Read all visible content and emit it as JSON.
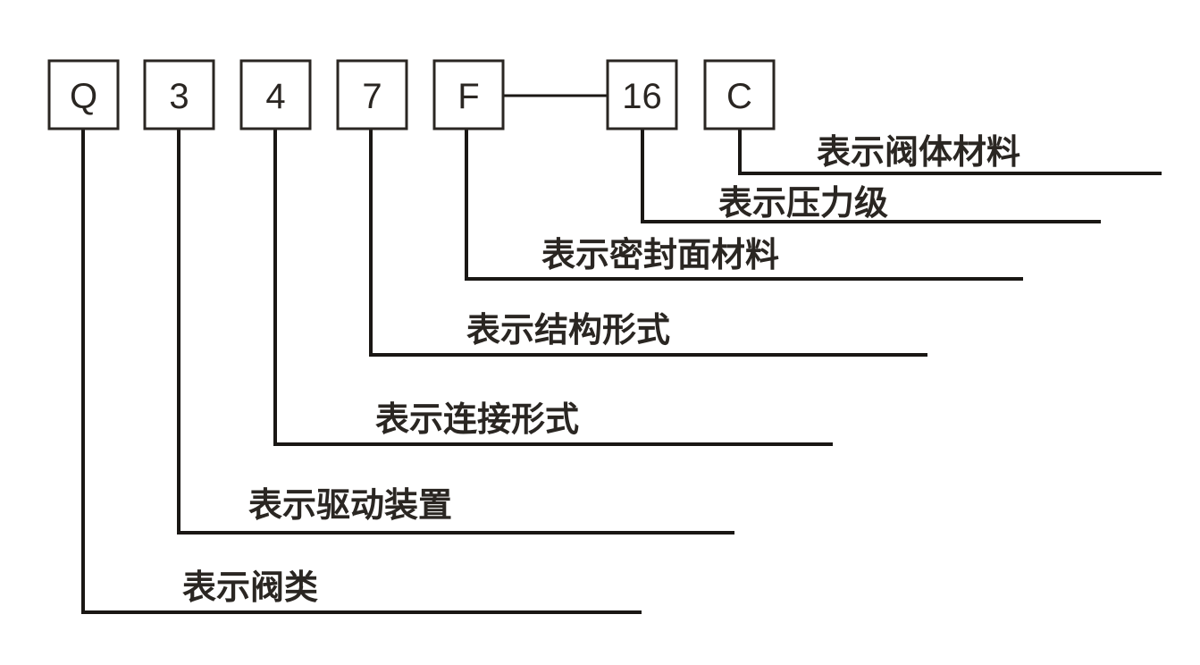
{
  "code_boxes": [
    {
      "id": "q",
      "label": "Q",
      "description": "表示阀类"
    },
    {
      "id": "3",
      "label": "3",
      "description": "表示驱动装置"
    },
    {
      "id": "4",
      "label": "4",
      "description": "表示连接形式"
    },
    {
      "id": "7",
      "label": "7",
      "description": "表示结构形式"
    },
    {
      "id": "f",
      "label": "F",
      "description": "表示密封面材料"
    },
    {
      "id": "16",
      "label": "16",
      "description": "表示压力级"
    },
    {
      "id": "c",
      "label": "C",
      "description": "表示阀体材料"
    }
  ],
  "colors": {
    "ink": "#2a2622",
    "background": "#ffffff"
  }
}
